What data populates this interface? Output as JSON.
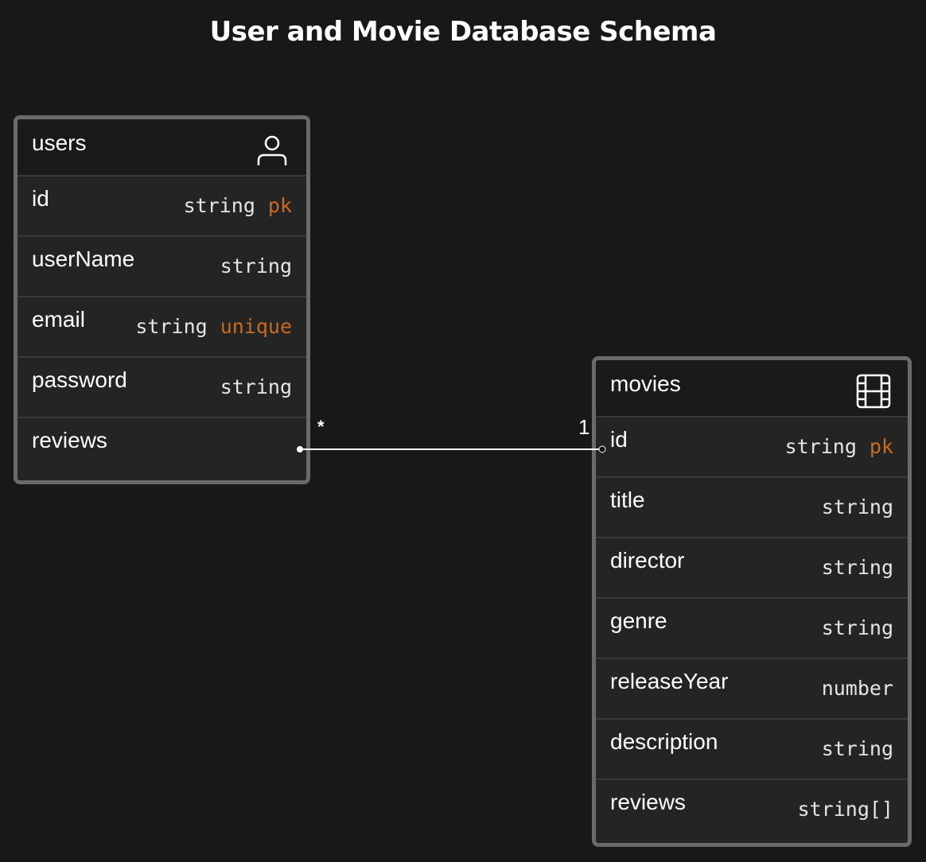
{
  "diagram": {
    "title": "User and Movie Database Schema"
  },
  "tables": {
    "users": {
      "name": "users",
      "icon": "user-icon",
      "fields": [
        {
          "name": "id",
          "type": "string",
          "constraint": "pk"
        },
        {
          "name": "userName",
          "type": "string",
          "constraint": ""
        },
        {
          "name": "email",
          "type": "string",
          "constraint": "unique"
        },
        {
          "name": "password",
          "type": "string",
          "constraint": ""
        },
        {
          "name": "reviews",
          "type": "",
          "constraint": ""
        }
      ]
    },
    "movies": {
      "name": "movies",
      "icon": "film-icon",
      "fields": [
        {
          "name": "id",
          "type": "string",
          "constraint": "pk"
        },
        {
          "name": "title",
          "type": "string",
          "constraint": ""
        },
        {
          "name": "director",
          "type": "string",
          "constraint": ""
        },
        {
          "name": "genre",
          "type": "string",
          "constraint": ""
        },
        {
          "name": "releaseYear",
          "type": "number",
          "constraint": ""
        },
        {
          "name": "description",
          "type": "string",
          "constraint": ""
        },
        {
          "name": "reviews",
          "type": "string[]",
          "constraint": ""
        }
      ]
    }
  },
  "relationship": {
    "from": "users.reviews",
    "to": "movies.id",
    "from_cardinality": "*",
    "to_cardinality": "1"
  },
  "colors": {
    "background": "#181818",
    "constraint": "#c96a1e",
    "border": "#6a6a6a"
  }
}
